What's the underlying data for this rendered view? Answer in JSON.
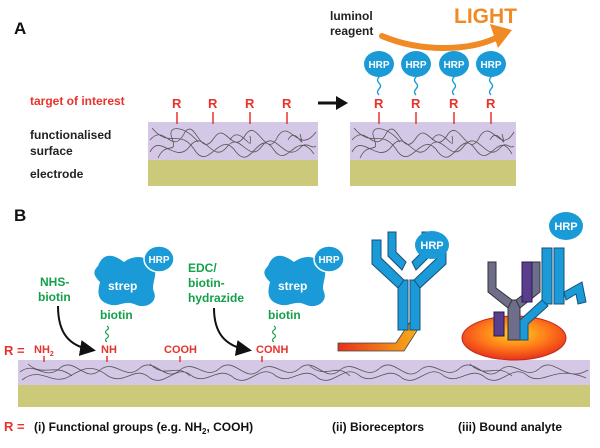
{
  "panel_a": {
    "label": "A",
    "luminol_line1": "luminol",
    "luminol_line2": "reagent",
    "light": "LIGHT",
    "target": "target of interest",
    "functionalised_line1": "functionalised",
    "functionalised_line2": "surface",
    "electrode": "electrode",
    "r_label": "R",
    "hrp": "HRP"
  },
  "panel_b": {
    "label": "B",
    "r_equals": "R =",
    "nh2": "NH",
    "nh2_sub": "2",
    "nhs_line1": "NHS-",
    "nhs_line2": "biotin",
    "nh": "NH",
    "strep": "strep",
    "hrp": "HRP",
    "biotin": "biotin",
    "cooh": "COOH",
    "edc_line1": "EDC/",
    "edc_line2": "biotin-",
    "edc_line3": "hydrazide",
    "conh": "CONH"
  },
  "caption": {
    "r_equals": "R =",
    "functional_groups_pre": "(i) Functional groups (e.g. NH",
    "functional_groups_sub": "2",
    "functional_groups_post": ", COOH)",
    "bioreceptors": "(ii) Bioreceptors",
    "bound_analyte": "(iii) Bound analyte"
  },
  "colors": {
    "red": "#e8322b",
    "green": "#13a04a",
    "blue": "#1a9bd7",
    "orange": "#f08a24",
    "surface": "#d5c7e6",
    "electrode": "#cdc97a"
  }
}
